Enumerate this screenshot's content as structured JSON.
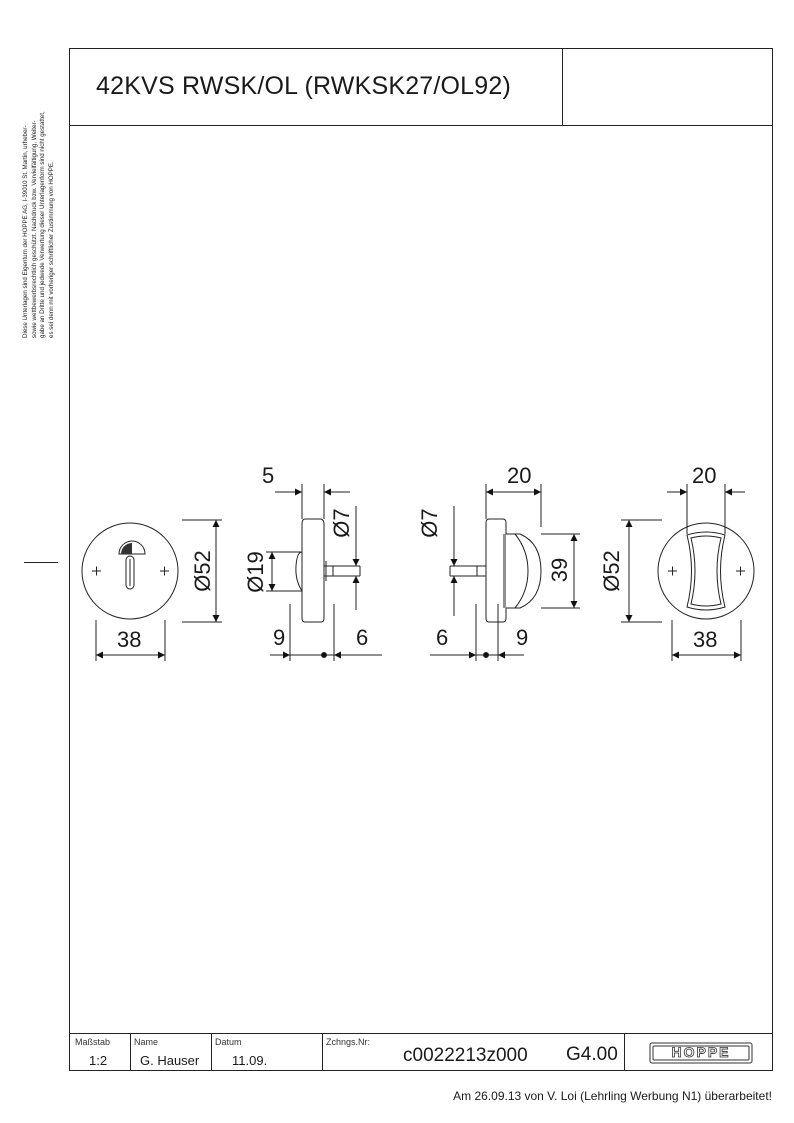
{
  "title": "42KVS RWSK/OL (RWKSK27/OL92)",
  "legal_notice": [
    "Diese Unterlagen sind Eigentum der HOPPE AG, I-39010 St. Martin, urheber-",
    "sowie wettbewerbsrechtlich geschützt. Nachdruck bzw. Vervielfältigung, Weiter-",
    "gabe an Dritte und jedwede Verwertung dieser Unterlagenform sind nicht gestattet,",
    "es sei denn mit vorheriger schriftlicher Zustimmung von HOPPE."
  ],
  "title_block": {
    "scale_label": "Maßstab",
    "scale_value": "1:2",
    "name_label": "Name",
    "name_value": "G. Hauser",
    "date_label": "Datum",
    "date_value": "11.09.",
    "drawing_no_label": "Zchngs.Nr:",
    "drawing_no_value": "c0022213z000",
    "format": "G4.00",
    "logo_text": "HOPPE"
  },
  "footer_note": "Am 26.09.13 von V. Loi (Lehrling Werbung N1) überarbeitet!",
  "dimensions": {
    "v1_width": "38",
    "v1_dia": "Ø52",
    "v2_top": "5",
    "v2_dia_large": "Ø19",
    "v2_dia_pin": "Ø7",
    "v2_left": "9",
    "v2_right": "6",
    "v3_top": "20",
    "v3_dia_pin": "Ø7",
    "v3_height": "39",
    "v3_left": "6",
    "v3_right": "9",
    "v4_top": "20",
    "v4_dia": "Ø52",
    "v4_width": "38"
  }
}
